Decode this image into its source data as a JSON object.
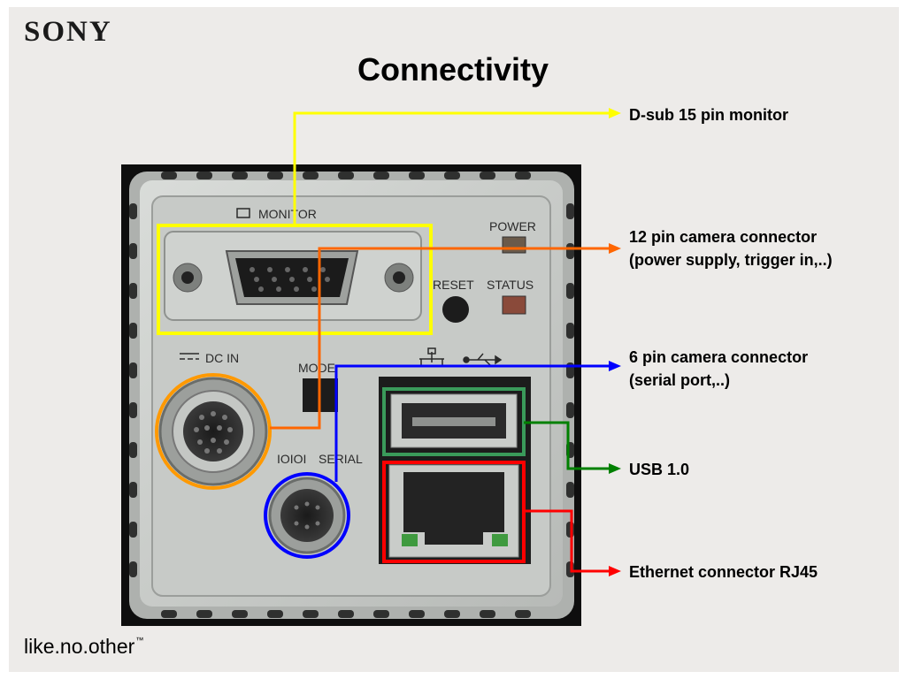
{
  "brand": {
    "logo_text": "SONY",
    "tagline": "like.no.other",
    "trademark": "™"
  },
  "slide": {
    "title": "Connectivity"
  },
  "camera_panel": {
    "monitor_label": "MONITOR",
    "power_label": "POWER",
    "reset_label": "RESET",
    "status_label": "STATUS",
    "dc_in_label": "DC IN",
    "mode_label": "MODE",
    "serial_label": "SERIAL",
    "serial_glyph": "IOIOI"
  },
  "callouts": {
    "dsub": {
      "line1": "D-sub 15 pin monitor",
      "color": "#ffff00"
    },
    "pin12": {
      "line1": "12 pin camera connector",
      "line2": "(power supply, trigger in,..)",
      "color": "#ff6600"
    },
    "pin6": {
      "line1": "6 pin camera connector",
      "line2": "(serial port,..)",
      "color": "#0000ff"
    },
    "usb": {
      "line1": "USB 1.0",
      "color": "#008000"
    },
    "ethernet": {
      "line1": "Ethernet connector RJ45",
      "color": "#ff0000"
    }
  }
}
